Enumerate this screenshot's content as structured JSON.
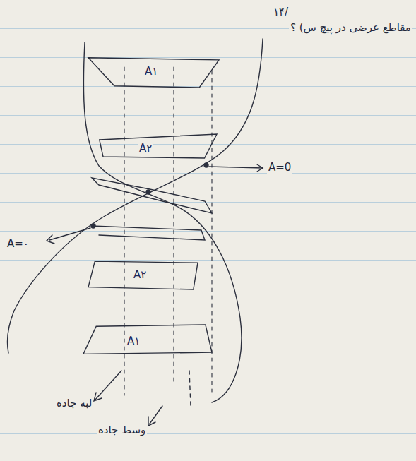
{
  "diagram": {
    "title": "مقاطع عرضی در پیچ س) ؟",
    "nodes": [
      {
        "text": [
          "A۱"
        ]
      },
      {
        "text": [
          "A۲"
        ]
      },
      {
        "text": [
          "A۲"
        ]
      },
      {
        "text": [
          "A۱"
        ]
      }
    ],
    "labels": [
      "۱۴/",
      "A=0",
      "A=۰",
      "لبه جاده",
      "وسط جاده"
    ]
  }
}
